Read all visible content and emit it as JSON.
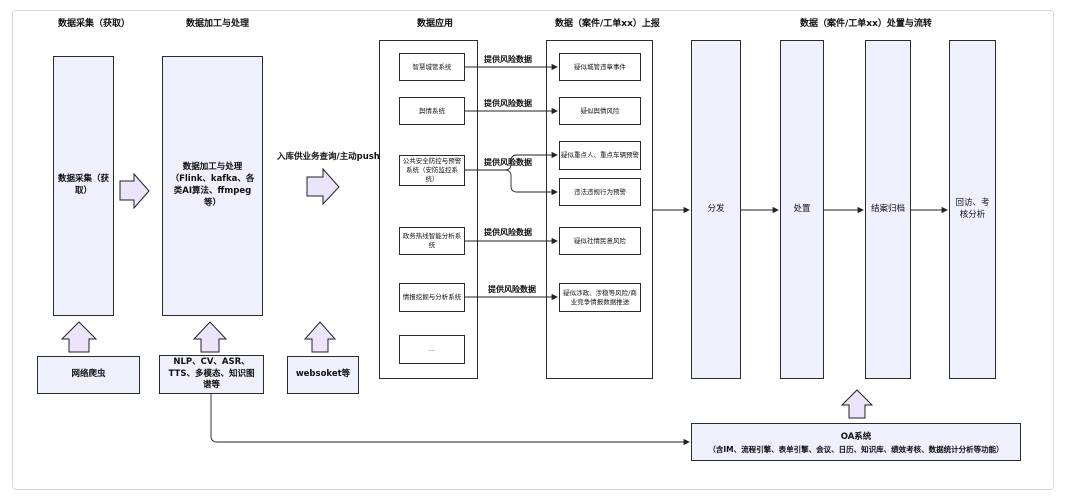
{
  "headers": {
    "collect": "数据采集（获取）",
    "process": "数据加工与处理",
    "apps": "数据应用",
    "report": "数据（案件/工单xx）上报",
    "flow": "数据（案件/工单xx）处置与流转"
  },
  "collect": {
    "main_label": "数据采集（获取）",
    "source_label": "网络爬虫"
  },
  "process": {
    "main_label": "数据加工与处理\n（Flink、kafka、各类AI算法、ffmpeg等）",
    "source_label": "NLP、CV、ASR、TTS、多模态、知识图谱等"
  },
  "storage": {
    "label": "入库供业务查询/主动push",
    "source_label": "websoket等"
  },
  "apps": {
    "items": [
      "智慧城管系统",
      "舆情系统",
      "公共安全防控与预警系统（安防监控系统）",
      "政务热线智能分析系统",
      "情报挖掘与分析系统",
      "..."
    ]
  },
  "provide_label": "提供风险数据",
  "report": {
    "items": [
      "疑似城管违章事件",
      "疑似舆情风险",
      "疑似重点人、重点车辆预警",
      "违法违规行为预警",
      "疑似社情民意风险",
      "疑似涉政、涉稳等风险/商业竞争情报数据推送"
    ]
  },
  "flow": {
    "stages": [
      "分发",
      "处置",
      "结案归档",
      "回访、考核分析"
    ]
  },
  "oa": {
    "title": "OA系统",
    "subtitle": "（含IM、流程引擎、表单引擎、会议、日历、知识库、绩效考核、数据统计分析等功能）"
  }
}
